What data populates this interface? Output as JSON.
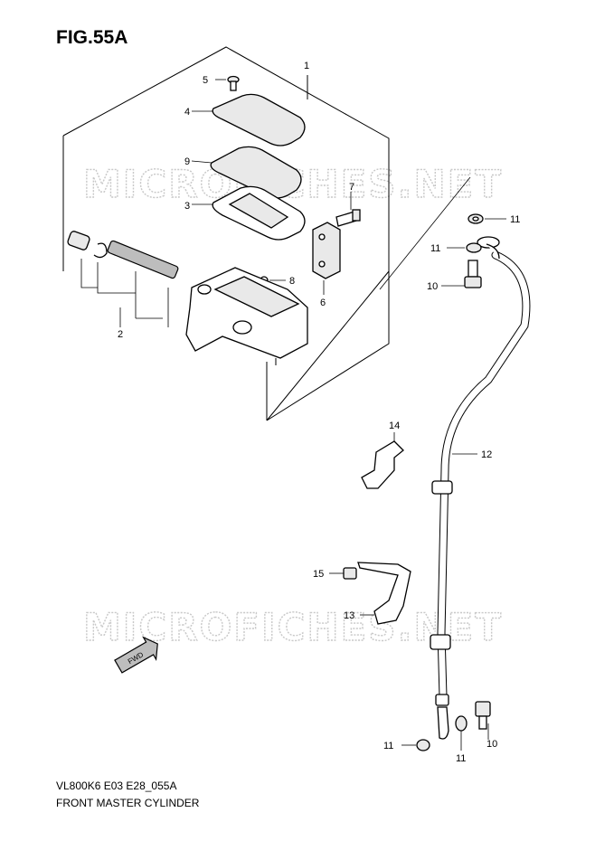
{
  "figure": {
    "title": "FIG.55A",
    "model_code": "VL800K6 E03 E28_055A",
    "caption": "FRONT MASTER CYLINDER"
  },
  "watermark": {
    "text": "MICROFICHES.NET"
  },
  "direction_label": "FWD",
  "callouts": [
    "1",
    "2",
    "3",
    "4",
    "5",
    "6",
    "7",
    "8",
    "9",
    "10",
    "11",
    "12",
    "13",
    "14",
    "15"
  ]
}
